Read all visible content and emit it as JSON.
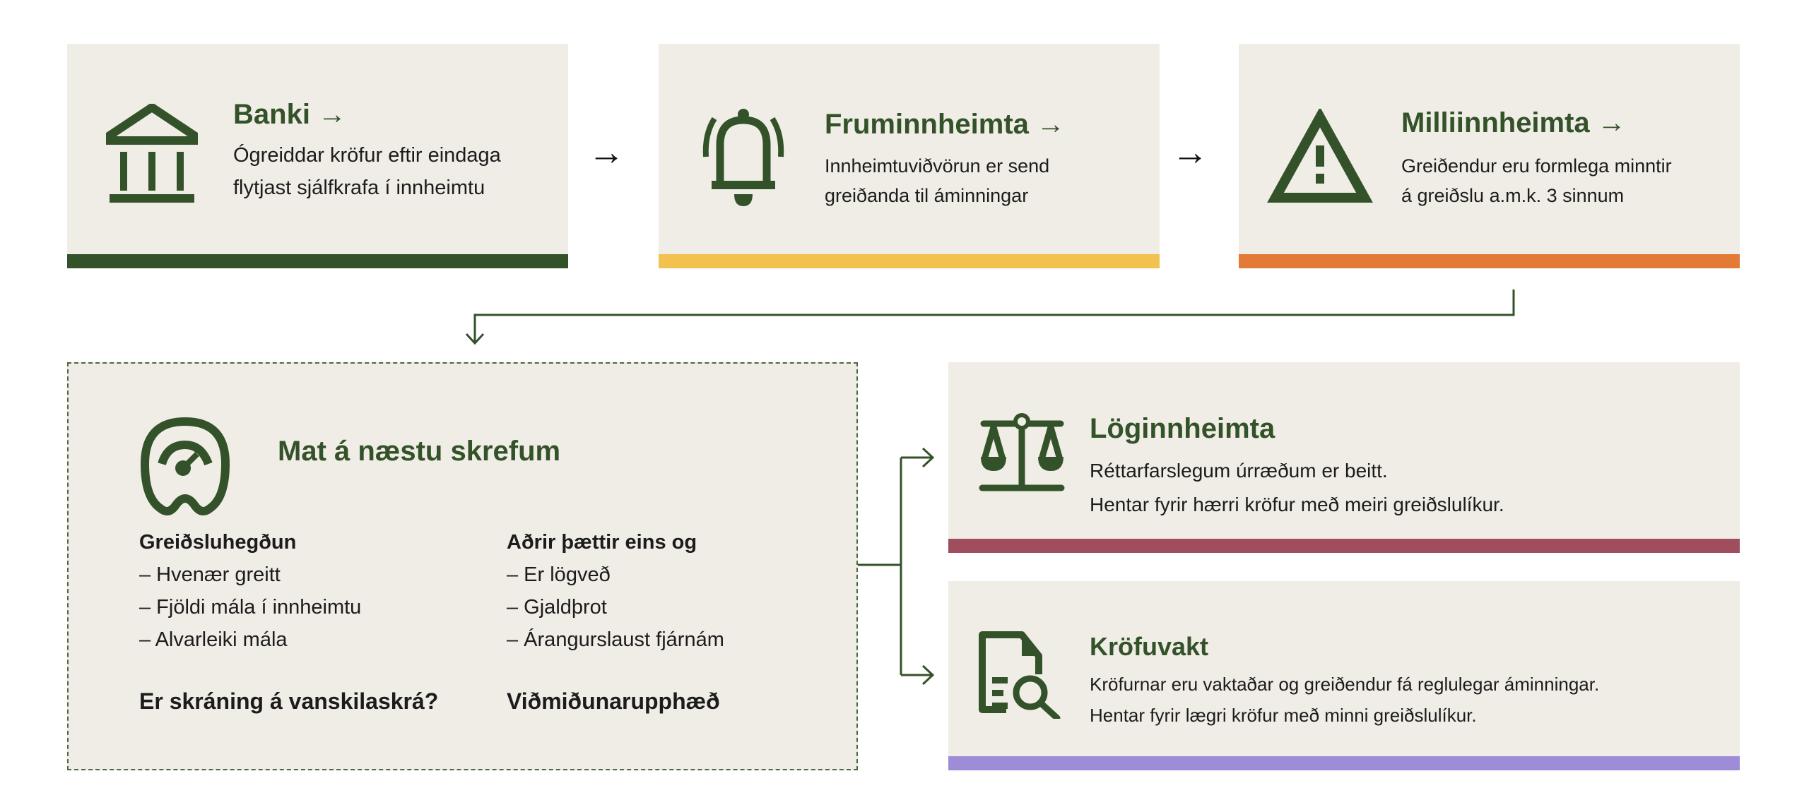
{
  "colors": {
    "green": "#34522a",
    "card_bg": "#f0ede6",
    "yellow": "#f2c14e",
    "orange": "#e37a35",
    "maroon": "#a04d5e",
    "purple": "#9f8cd8"
  },
  "steps": [
    {
      "title": "Banki →",
      "icon": "bank-icon",
      "lines": [
        "Ógreiddar kröfur eftir eindaga",
        "flytjast sjálfkrafa í innheimtu"
      ]
    },
    {
      "title": "Fruminnheimta →",
      "icon": "bell-icon",
      "lines": [
        "Innheimtuviðvörun er send",
        "greiðanda til áminningar"
      ]
    },
    {
      "title": "Milliinnheimta →",
      "icon": "warning-icon",
      "lines": [
        "Greiðendur eru formlega minntir",
        "á greiðslu a.m.k. 3 sinnum"
      ]
    }
  ],
  "assessment": {
    "title": "Mat á næstu skrefum",
    "icon": "gauge-icon",
    "left": {
      "heading": "Greiðsluhegðun",
      "items": [
        "– Hvenær greitt",
        "– Fjöldi mála í innheimtu",
        "– Alvarleiki mála"
      ],
      "footer": "Er skráning á vanskilaskrá?"
    },
    "right": {
      "heading": "Aðrir þættir eins og",
      "items": [
        "– Er lögveð",
        "– Gjaldþrot",
        "– Árangurslaust fjárnám"
      ],
      "footer": "Viðmiðunarupphæð"
    }
  },
  "outcomes": [
    {
      "title": "Löginnheimta",
      "icon": "scales-icon",
      "lines": [
        "Réttarfarslegum úrræðum er beitt.",
        "Hentar fyrir hærri kröfur með meiri greiðslulíkur."
      ]
    },
    {
      "title": "Kröfuvakt",
      "icon": "document-search-icon",
      "lines": [
        "Kröfurnar eru vaktaðar og greiðendur fá reglulegar áminningar.",
        "Hentar fyrir lægri kröfur með minni greiðslulíkur."
      ]
    }
  ]
}
